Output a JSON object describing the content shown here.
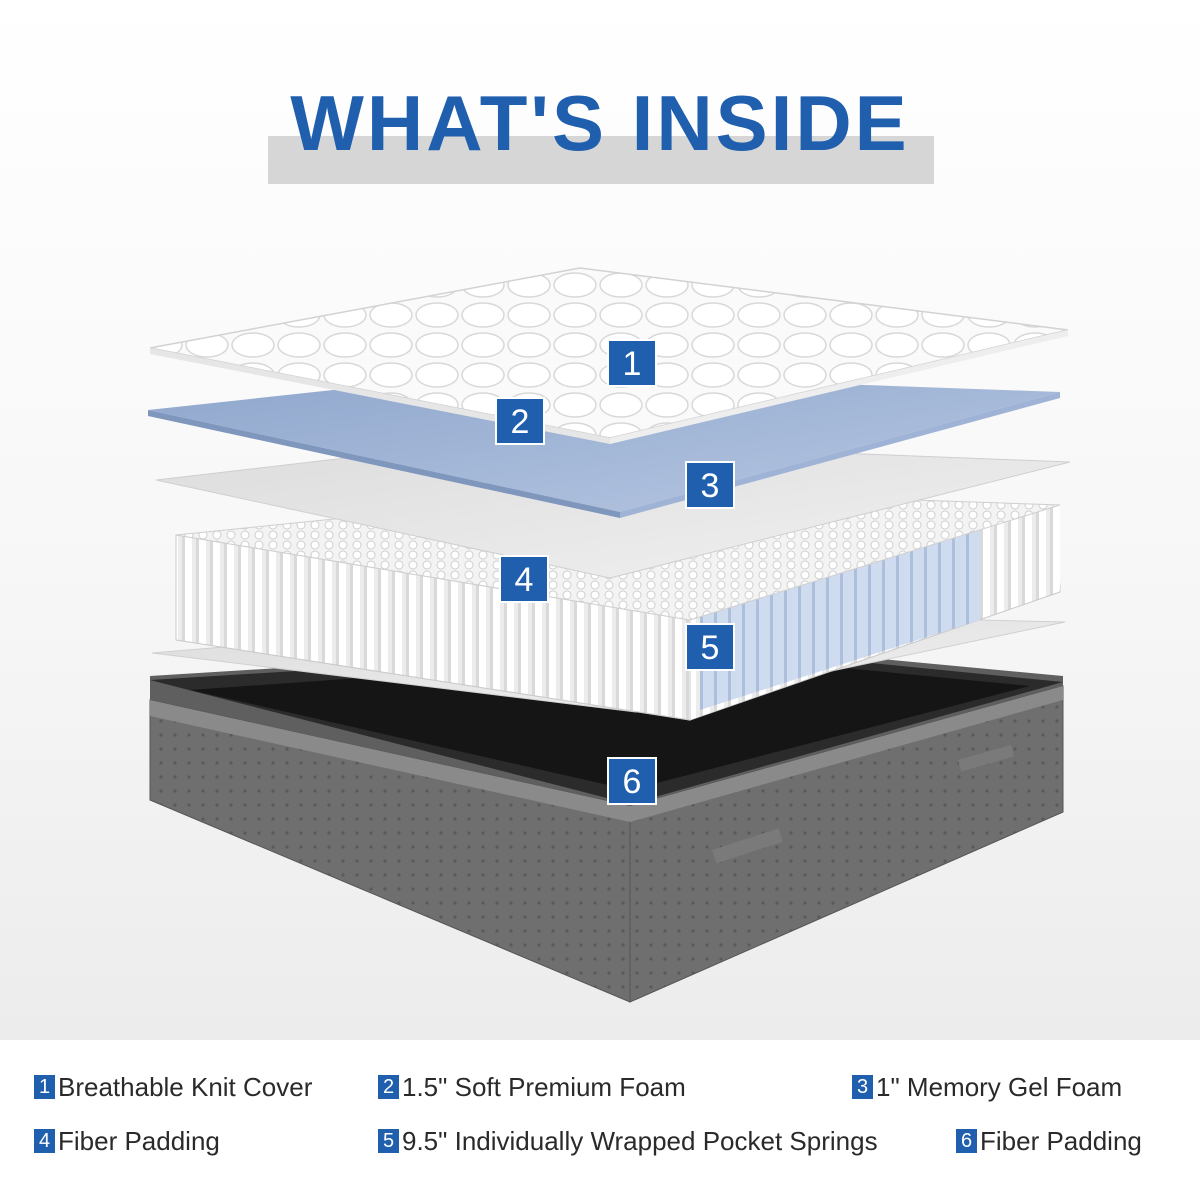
{
  "title": "WHAT'S INSIDE",
  "colors": {
    "accent": "#1f5fae",
    "title_band": "#d6d6d6",
    "base_gray": "#6b6b6b"
  },
  "callouts": [
    "1",
    "2",
    "3",
    "4",
    "5",
    "6"
  ],
  "legend": [
    {
      "num": "1",
      "label": "Breathable Knit Cover"
    },
    {
      "num": "2",
      "label": "1.5\" Soft Premium Foam"
    },
    {
      "num": "3",
      "label": "1\" Memory Gel Foam"
    },
    {
      "num": "4",
      "label": "Fiber Padding"
    },
    {
      "num": "5",
      "label": "9.5\" Individually Wrapped Pocket Springs"
    },
    {
      "num": "6",
      "label": "Fiber Padding"
    }
  ]
}
